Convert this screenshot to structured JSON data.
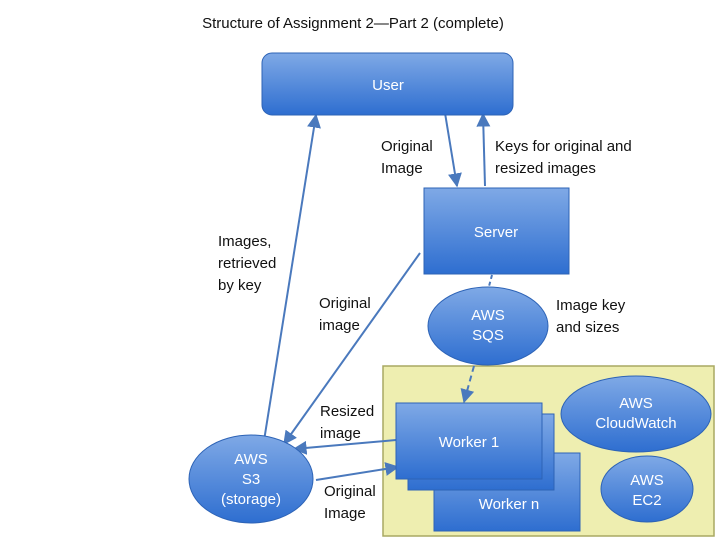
{
  "title": "Structure of Assignment 2—Part 2 (complete)",
  "colors": {
    "box_top": "#7fa9e6",
    "box_bottom": "#2e6ed0",
    "box_stroke": "#2d63b6",
    "arrow": "#4a79bd",
    "panel_fill": "#eeeeb0",
    "panel_stroke": "#a9a962"
  },
  "nodes": {
    "user": "User",
    "server": "Server",
    "sqs": [
      "AWS",
      "SQS"
    ],
    "cloudwatch": [
      "AWS",
      "CloudWatch"
    ],
    "worker1": "Worker 1",
    "workern": "Worker n",
    "ec2": [
      "AWS",
      "EC2"
    ],
    "s3": [
      "AWS",
      "S3",
      "(storage)"
    ]
  },
  "labels": {
    "original_image_up": [
      "Original",
      "Image"
    ],
    "keys": [
      "Keys for original and",
      "resized images"
    ],
    "images_retrieved": [
      "Images,",
      "retrieved",
      "by key"
    ],
    "original_image_mid": [
      "Original",
      "image"
    ],
    "image_key_sizes": [
      "Image key",
      "and sizes"
    ],
    "resized_image": [
      "Resized",
      "image"
    ],
    "original_image_bottom": [
      "Original",
      "Image"
    ]
  }
}
